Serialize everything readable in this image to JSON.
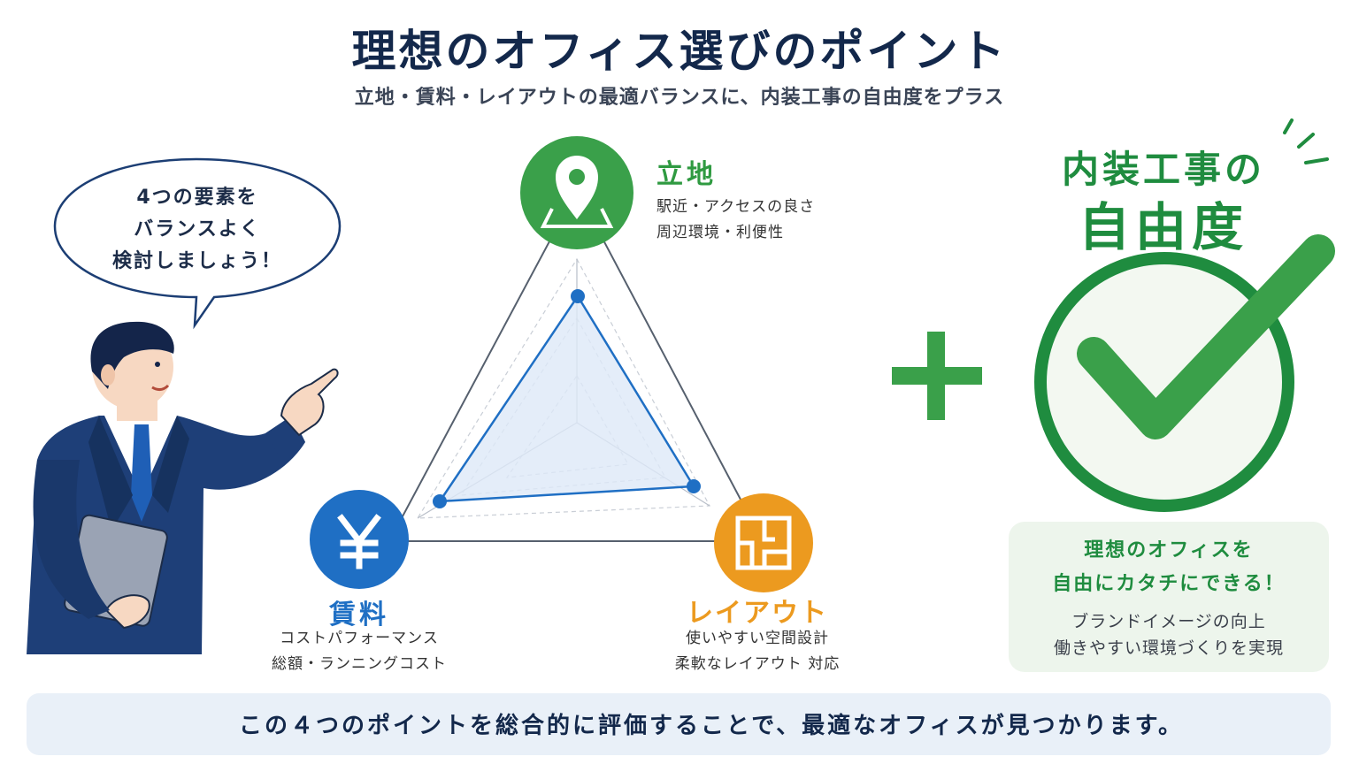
{
  "header": {
    "title": "理想のオフィス選びのポイント",
    "subtitle": "立地・賃料・レイアウトの最適バランスに、内装工事の自由度をプラス"
  },
  "bubble": {
    "lines": [
      "4つの要素を",
      "バランスよく",
      "検討しましょう！"
    ]
  },
  "nodes": {
    "location": {
      "title": "立地",
      "desc": [
        "駅近・アクセスの良さ",
        "周辺環境・利便性"
      ],
      "icon": "map-pin-icon",
      "color": "#3aa04a"
    },
    "rent": {
      "title": "賃料",
      "desc": [
        "コストパフォーマンス",
        "総額・ランニングコスト"
      ],
      "icon": "yen-icon",
      "color": "#1f6fc4"
    },
    "layout": {
      "title": "レイアウト",
      "desc": [
        "使いやすい空間設計",
        "柔軟なレイアウト 対応"
      ],
      "icon": "floorplan-icon",
      "color": "#ec9a1f"
    }
  },
  "plus_icon": "plus-icon",
  "freedom": {
    "line1": "内装工事の",
    "line2": "自由度",
    "icon": "checkmark-circle-icon",
    "card_title": [
      "理想のオフィスを",
      "自由にカタチにできる！"
    ],
    "card_desc": [
      "ブランドイメージの向上",
      "働きやすい環境づくりを実現"
    ]
  },
  "footer": {
    "icon": "lightbulb-icon",
    "text": "この４つのポイントを総合的に評価することで、最適なオフィスが見つかります。"
  },
  "colors": {
    "navy": "#13284b",
    "green": "#1f8c3f",
    "blue": "#1f6fc4",
    "orange": "#ec9a1f"
  }
}
